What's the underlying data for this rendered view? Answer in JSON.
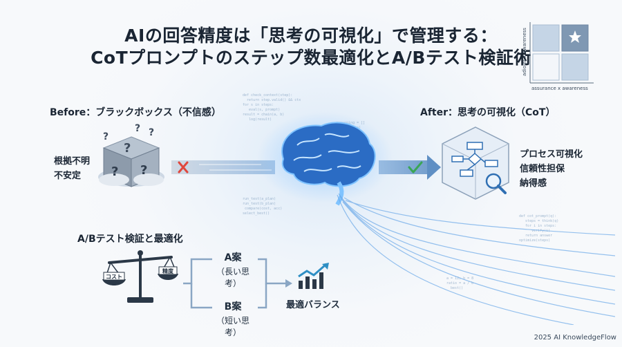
{
  "header": {
    "title_line1": "AIの回答精度は「思考の可視化」で管理する：",
    "title_line2": "CoTプロンプトのステップ数最適化とA/Bテスト検証術"
  },
  "matrix_logo": {
    "y_axis_label": "adiolet x awareness",
    "x_axis_label": "assurance x awareness"
  },
  "before": {
    "heading": "Before：ブラックボックス（不信感）",
    "problems": [
      "根拠不明",
      "不安定"
    ],
    "status_icon": "cross-icon"
  },
  "after": {
    "heading": "After：思考の可視化（CoT）",
    "benefits": [
      "プロセス可視化",
      "信頼性担保",
      "納得感"
    ],
    "status_icon": "check-icon"
  },
  "ab_test": {
    "heading": "A/Bテスト検証と最適化",
    "scale_left": "コスト",
    "scale_right": "精度",
    "option_a_title": "A案",
    "option_a_sub": "（長い思考）",
    "option_b_title": "B案",
    "option_b_sub": "（短い思考）",
    "result": "最適バランス"
  },
  "footer": {
    "credit": "2025 AI KnowledgeFlow"
  },
  "colors": {
    "accent_blue": "#3b7fd0",
    "cross_red": "#e0463c",
    "check_green": "#3aa655",
    "dark_text": "#1a2533"
  }
}
